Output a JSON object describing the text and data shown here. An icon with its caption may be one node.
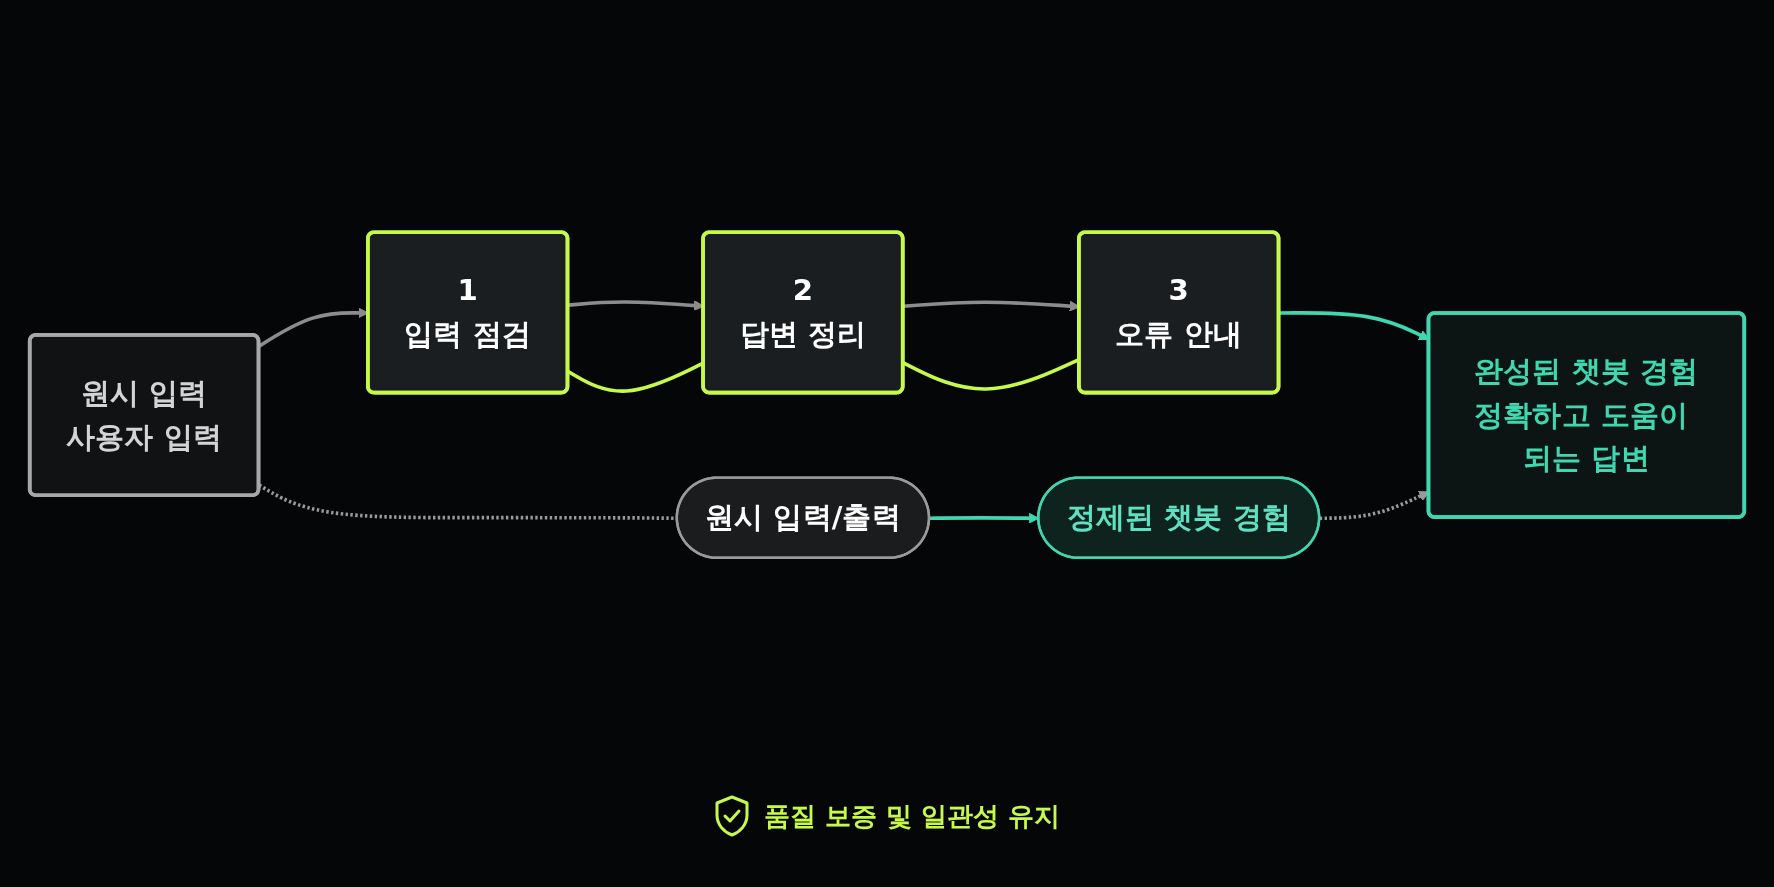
{
  "diagram": {
    "nodes": [
      {
        "text": [
          "원시 입력",
          "사용자 입력"
        ]
      },
      {
        "text": [
          "1",
          "입력 점검"
        ]
      },
      {
        "text": [
          "2",
          "답변 정리"
        ]
      },
      {
        "text": [
          "3",
          "오류 안내"
        ]
      },
      {
        "text": [
          "완성된 챗봇 경험",
          "정확하고 도움이 되는 답변"
        ]
      },
      {
        "text": [
          "원시 입력/출력"
        ]
      },
      {
        "text": [
          "정제된 챗봇 경험"
        ]
      }
    ],
    "edges": [
      {
        "from": 0,
        "to": 1,
        "arrow": "to"
      },
      {
        "from": 1,
        "to": 2,
        "arrow": "to"
      },
      {
        "from": 2,
        "to": 3,
        "arrow": "to"
      },
      {
        "from": 3,
        "to": 4,
        "arrow": "to",
        "color": "#3fd6b0"
      },
      {
        "from": 1,
        "to": 2,
        "arrow": "none",
        "color": "#c6f94a"
      },
      {
        "from": 2,
        "to": 3,
        "arrow": "none",
        "color": "#c6f94a"
      },
      {
        "from": 0,
        "to": 5,
        "arrow": "none",
        "style": "dashed"
      },
      {
        "from": 5,
        "to": 6,
        "arrow": "to",
        "color": "#3fd6b0"
      },
      {
        "from": 6,
        "to": 4,
        "arrow": "to",
        "style": "dashed"
      }
    ],
    "labels": [
      "품질 보증 및 일관성 유지"
    ]
  }
}
